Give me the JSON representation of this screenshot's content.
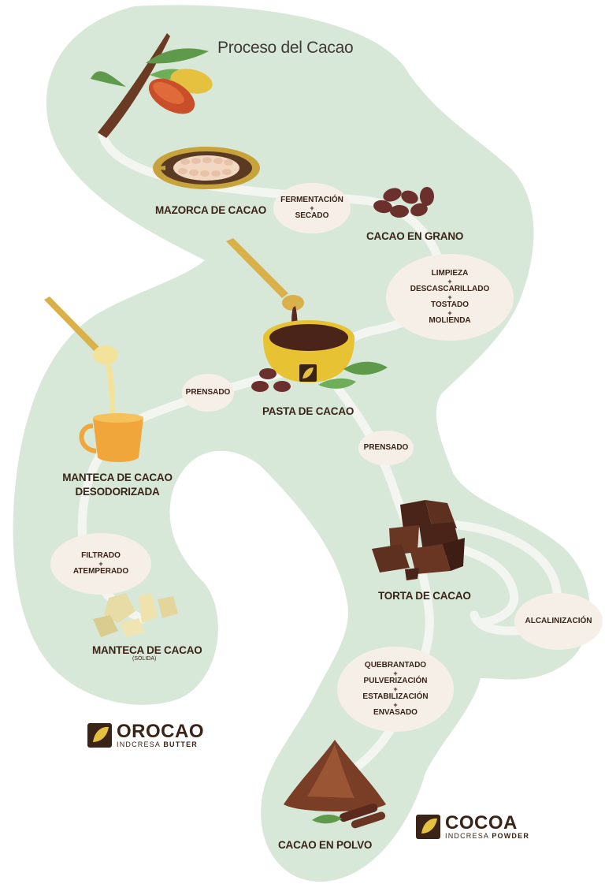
{
  "title": "Proceso del Cacao",
  "stages": {
    "mazorca": "MAZORCA DE CACAO",
    "grano": "CACAO EN GRANO",
    "pasta": "PASTA DE CACAO",
    "manteca_desodorizada_1": "MANTECA DE CACAO",
    "manteca_desodorizada_2": "DESODORIZADA",
    "manteca_solida": "MANTECA DE CACAO",
    "manteca_solida_sub": "(SÓLIDA)",
    "torta": "TORTA DE CACAO",
    "polvo": "CACAO EN POLVO"
  },
  "processes": {
    "fermentacion": [
      "FERMENTACIÓN",
      "SECADO"
    ],
    "limpieza": [
      "LIMPIEZA",
      "DESCASCARILLADO",
      "TOSTADO",
      "MOLIENDA"
    ],
    "prensado_left": "PRENSADO",
    "prensado_right": "PRENSADO",
    "filtrado": [
      "FILTRADO",
      "ATEMPERADO"
    ],
    "alcalinizacion": "ALCALINIZACIÓN",
    "quebrantado": [
      "QUEBRANTADO",
      "PULVERIZACIÓN",
      "ESTABILIZACIÓN",
      "ENVASADO"
    ]
  },
  "plus_sign": "+",
  "brands": {
    "orocao": {
      "name": "OROCAO",
      "sub_light": "INDCRESA ",
      "sub_bold": "BUTTER"
    },
    "cocoa": {
      "name": "COCOA",
      "sub_light": "INDCRESA ",
      "sub_bold": "POWDER"
    }
  },
  "colors": {
    "background_shape": "#d8e8d8",
    "path": "#f3f5f1",
    "bubble": "#f6efe8",
    "text": "#3a2418"
  }
}
